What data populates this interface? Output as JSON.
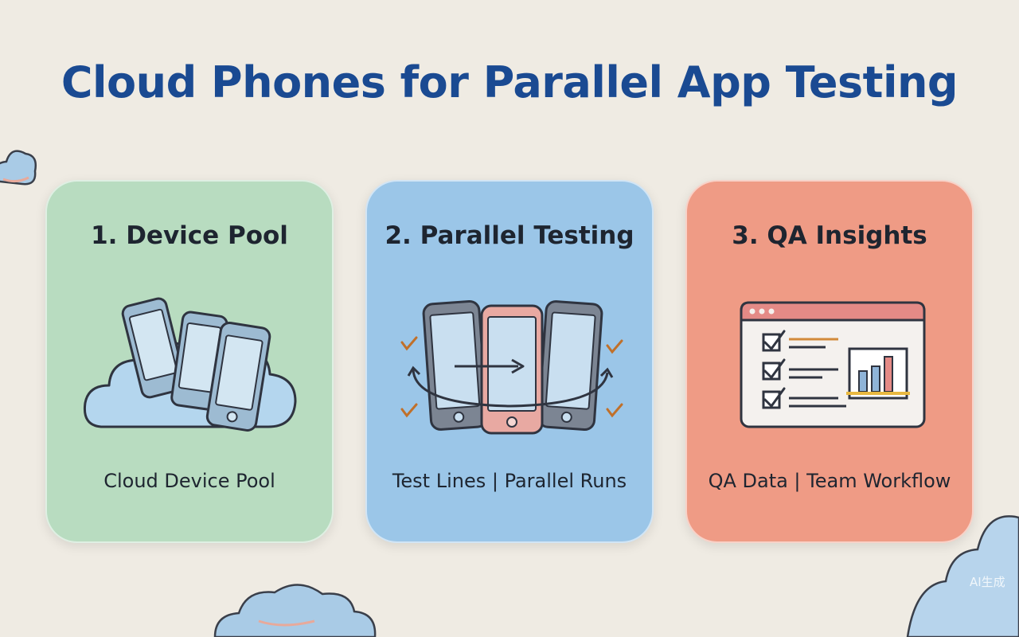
{
  "page": {
    "title": "Cloud Phones for Parallel App Testing"
  },
  "cards": [
    {
      "heading": "1. Device Pool",
      "caption": "Cloud Device Pool",
      "color": "#b8dcc0",
      "icon": "cloud-device-pool-icon"
    },
    {
      "heading": "2. Parallel Testing",
      "caption": "Test Lines | Parallel Runs",
      "color": "#9bc6e8",
      "icon": "parallel-phones-icon"
    },
    {
      "heading": "3. QA Insights",
      "caption": "QA Data | Team Workflow",
      "color": "#ef9b85",
      "icon": "qa-dashboard-icon"
    }
  ],
  "colors": {
    "title": "#1a4a92",
    "background": "#efebe3",
    "outline": "#3a3f4a"
  },
  "watermark": "AI生成"
}
